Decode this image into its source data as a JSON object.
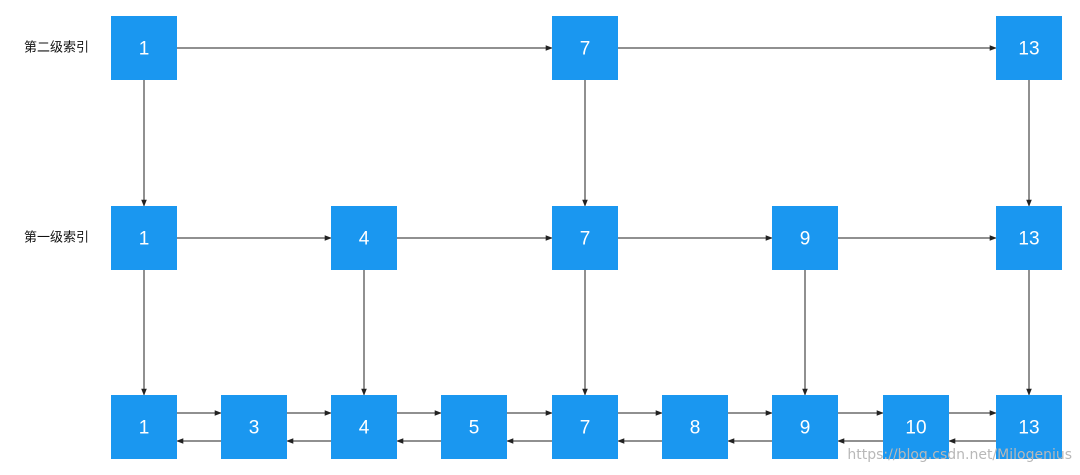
{
  "levels": [
    {
      "label": "第二级索引",
      "nodes": [
        "1",
        "7",
        "13"
      ]
    },
    {
      "label": "第一级索引",
      "nodes": [
        "1",
        "4",
        "7",
        "9",
        "13"
      ]
    },
    {
      "label": "",
      "nodes": [
        "1",
        "3",
        "4",
        "5",
        "7",
        "8",
        "9",
        "10",
        "13"
      ]
    }
  ],
  "watermark": "https://blog.csdn.net/Milogenius",
  "colors": {
    "node_fill": "#1a97f0",
    "node_text": "#ffffff",
    "arrow": "#222222"
  }
}
